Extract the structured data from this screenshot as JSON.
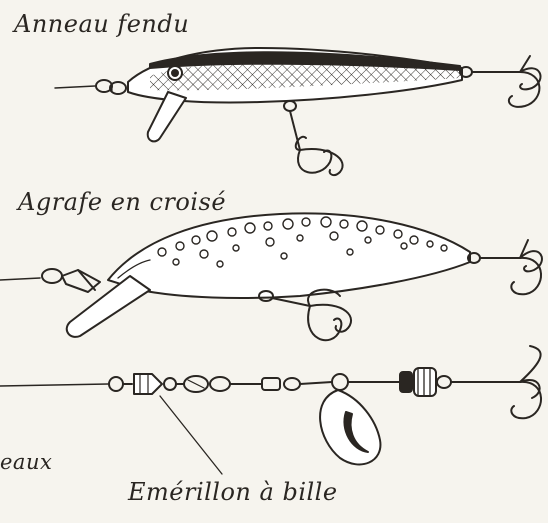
{
  "labels": {
    "split_ring": "Anneau fendu",
    "cross_snap": "Agrafe en croisé",
    "partial_left": "eaux",
    "ball_swivel": "Emérillon à bille"
  },
  "colors": {
    "background": "#f6f4ee",
    "ink": "#2a2622"
  }
}
